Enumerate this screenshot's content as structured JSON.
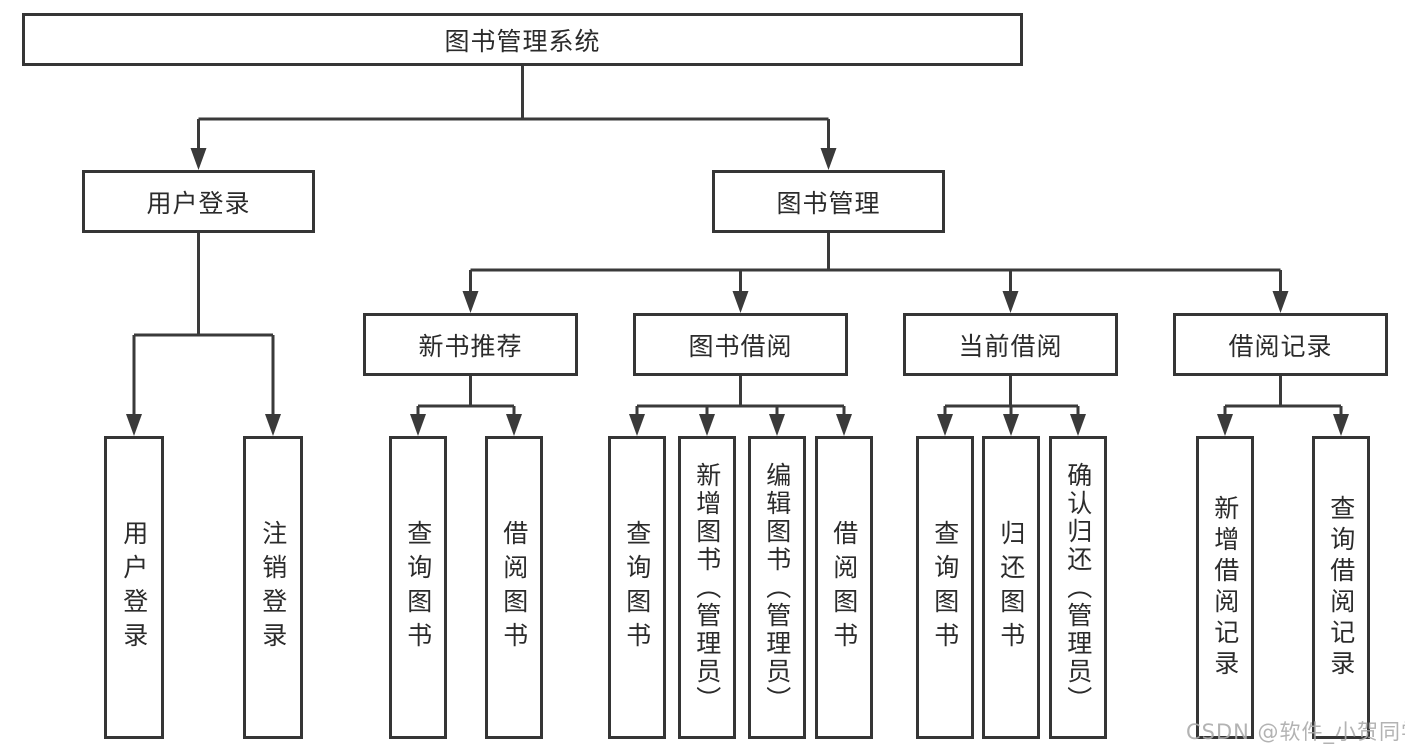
{
  "tree": {
    "label": "图书管理系统",
    "children": [
      {
        "label": "用户登录",
        "children": [
          {
            "label": "用户登录"
          },
          {
            "label": "注销登录"
          }
        ]
      },
      {
        "label": "图书管理",
        "children": [
          {
            "label": "新书推荐",
            "children": [
              {
                "label": "查询图书"
              },
              {
                "label": "借阅图书"
              }
            ]
          },
          {
            "label": "图书借阅",
            "children": [
              {
                "label": "查询图书"
              },
              {
                "label": "新增图书（管理员）"
              },
              {
                "label": "编辑图书（管理员）"
              },
              {
                "label": "借阅图书"
              }
            ]
          },
          {
            "label": "当前借阅",
            "children": [
              {
                "label": "查询图书"
              },
              {
                "label": "归还图书"
              },
              {
                "label": "确认归还（管理员）"
              }
            ]
          },
          {
            "label": "借阅记录",
            "children": [
              {
                "label": "新增借阅记录"
              },
              {
                "label": "查询借阅记录"
              }
            ]
          }
        ]
      }
    ]
  },
  "watermark": {
    "text": "CSDN @软件_小贺同学"
  },
  "colors": {
    "line": "#3a3a3a",
    "box_border": "#353535",
    "text": "#2b2b2b",
    "watermark": "#ababab",
    "background": "#ffffff"
  }
}
